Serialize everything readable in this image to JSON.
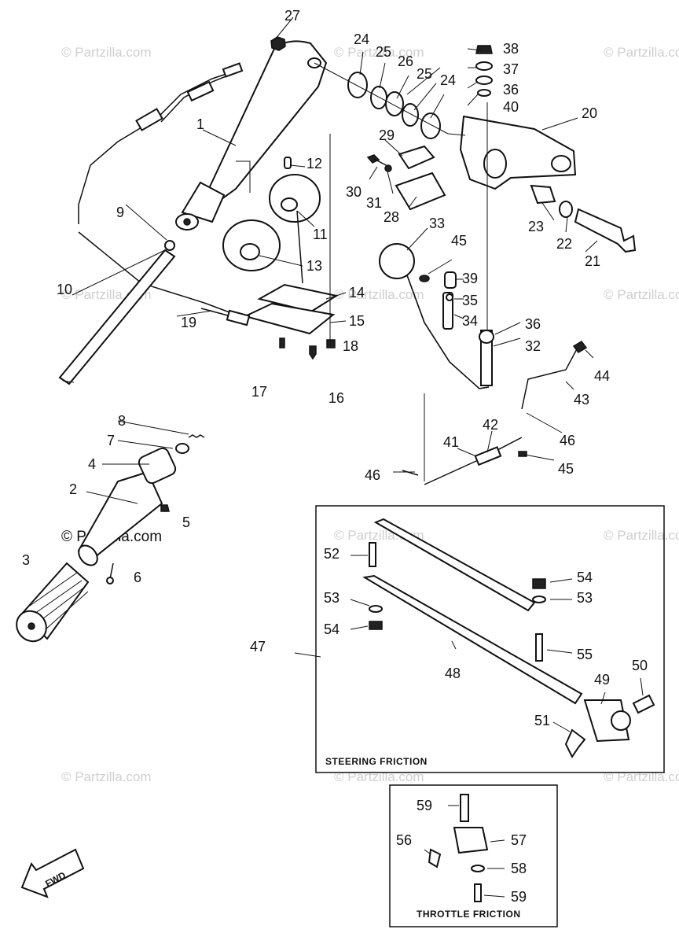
{
  "watermark": {
    "text": "© Partzilla.com",
    "highlight_text": "© Partzilla.com"
  },
  "captions": {
    "steering": "STEERING FRICTION",
    "throttle": "THROTTLE FRICTION",
    "fwd": "FWD"
  },
  "callouts": {
    "c1": "1",
    "c2": "2",
    "c3": "3",
    "c4": "4",
    "c5": "5",
    "c6": "6",
    "c7": "7",
    "c8": "8",
    "c9": "9",
    "c10": "10",
    "c11": "11",
    "c12": "12",
    "c13": "13",
    "c14": "14",
    "c15": "15",
    "c16": "16",
    "c17": "17",
    "c18": "18",
    "c19": "19",
    "c20": "20",
    "c21": "21",
    "c22": "22",
    "c23": "23",
    "c24a": "24",
    "c24b": "24",
    "c25a": "25",
    "c25b": "25",
    "c26": "26",
    "c27": "27",
    "c28": "28",
    "c29": "29",
    "c30": "30",
    "c31": "31",
    "c32": "32",
    "c33": "33",
    "c34": "34",
    "c35": "35",
    "c36a": "36",
    "c36b": "36",
    "c37": "37",
    "c38": "38",
    "c39": "39",
    "c40": "40",
    "c41": "41",
    "c42": "42",
    "c43": "43",
    "c44": "44",
    "c45a": "45",
    "c45b": "45",
    "c46a": "46",
    "c46b": "46",
    "c47": "47",
    "c48": "48",
    "c49": "49",
    "c50": "50",
    "c51": "51",
    "c52": "52",
    "c53a": "53",
    "c53b": "53",
    "c54a": "54",
    "c54b": "54",
    "c55": "55",
    "c56": "56",
    "c57": "57",
    "c58": "58",
    "c59a": "59",
    "c59b": "59"
  }
}
